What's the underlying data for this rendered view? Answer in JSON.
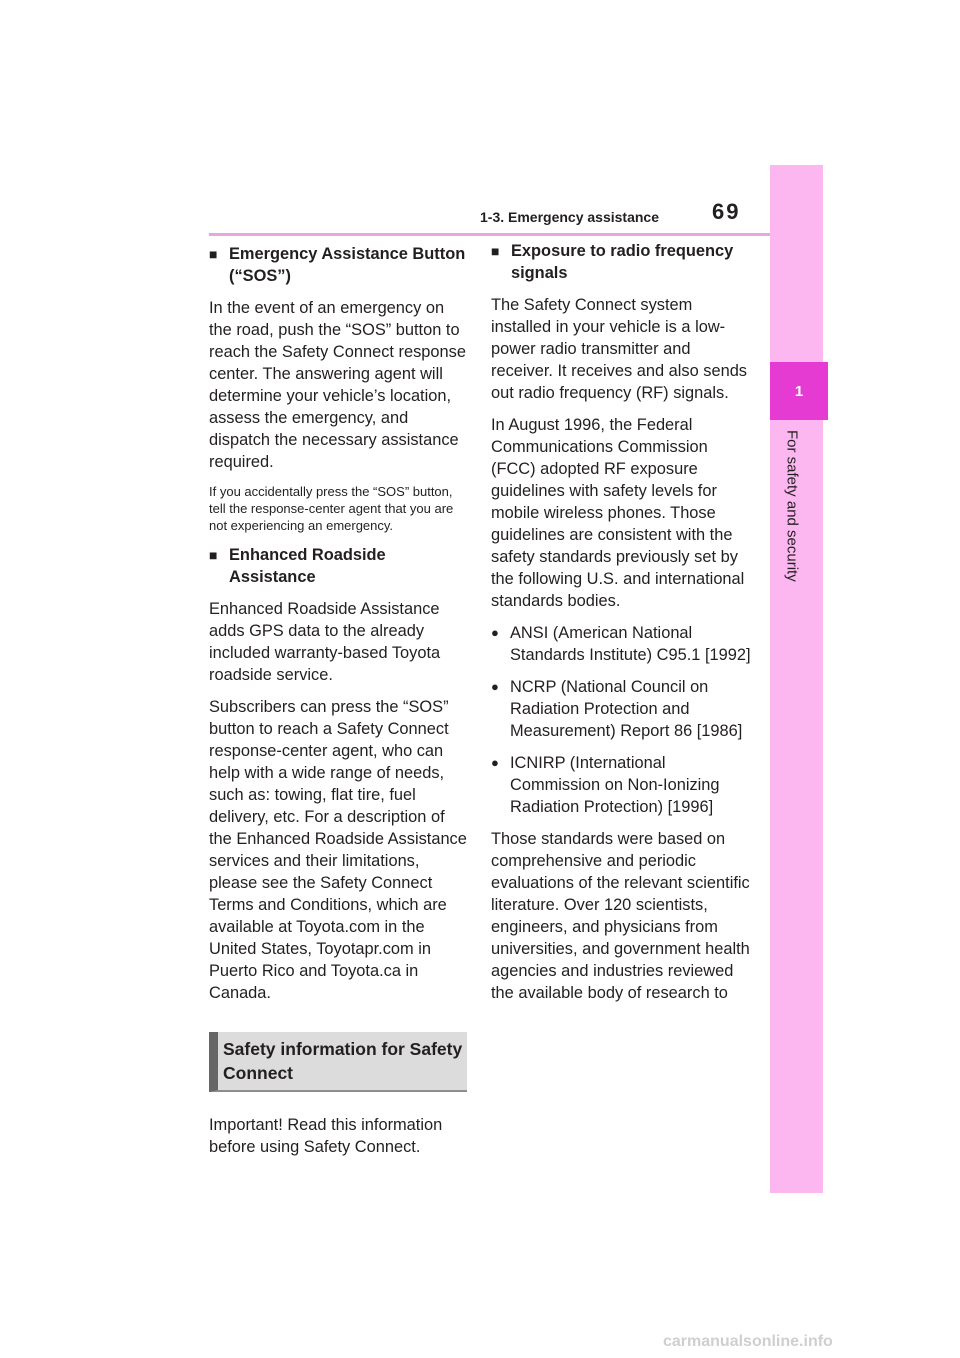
{
  "header": {
    "title": "1-3. Emergency assistance",
    "page_number": "69"
  },
  "side_tab": {
    "chapter_number": "1",
    "chapter_title": "For safety and security"
  },
  "left_column": {
    "heading1": "Emergency Assistance Button (“SOS”)",
    "para1": "In the event of an emergency on the road, push the “SOS” button to reach the Safety Connect response center. The answering agent will determine your vehicle’s location, assess the emergency, and dispatch the necessary assistance required.",
    "note1": "If you accidentally press the “SOS” button, tell the response-center agent that you are not experiencing an emergency.",
    "heading2": "Enhanced Roadside Assistance",
    "para2": "Enhanced Roadside Assistance adds GPS data to the already included warranty-based Toyota roadside service.",
    "para3": "Subscribers can press the “SOS” button to reach a Safety Connect response-center agent, who can help with a wide range of needs, such as: towing, flat tire, fuel delivery, etc. For a description of the Enhanced Roadside Assistance services and their limitations, please see the Safety Connect Terms and Conditions, which are available at Toyota.com in the United States, Toyotapr.com in Puerto Rico and Toyota.ca in Canada.",
    "section_title": "Safety information for Safety Connect",
    "para4": "Important! Read this information before using Safety Connect."
  },
  "right_column": {
    "heading3": "Exposure to radio frequency signals",
    "para5": "The Safety Connect system installed in your vehicle is a low-power radio transmitter and receiver. It receives and also sends out radio frequency (RF) signals.",
    "para6": "In August 1996, the Federal Communications Commission (FCC) adopted RF exposure guidelines with safety levels for mobile wireless phones. Those guidelines are consistent with the safety standards previously set by the following U.S. and international standards bodies.",
    "bullets": [
      "ANSI (American National Standards Institute) C95.1 [1992]",
      "NCRP (National Council on Radiation Protection and Measurement) Report 86 [1986]",
      "ICNIRP (International Commission on Non-Ionizing Radiation Protection) [1996]"
    ],
    "para7": "Those standards were based on comprehensive and periodic evaluations of the relevant scientific literature. Over 120 scientists, engineers, and physicians from universities, and government health agencies and industries reviewed the available body of research to"
  },
  "footer": {
    "watermark": "carmanualsonline.info"
  }
}
